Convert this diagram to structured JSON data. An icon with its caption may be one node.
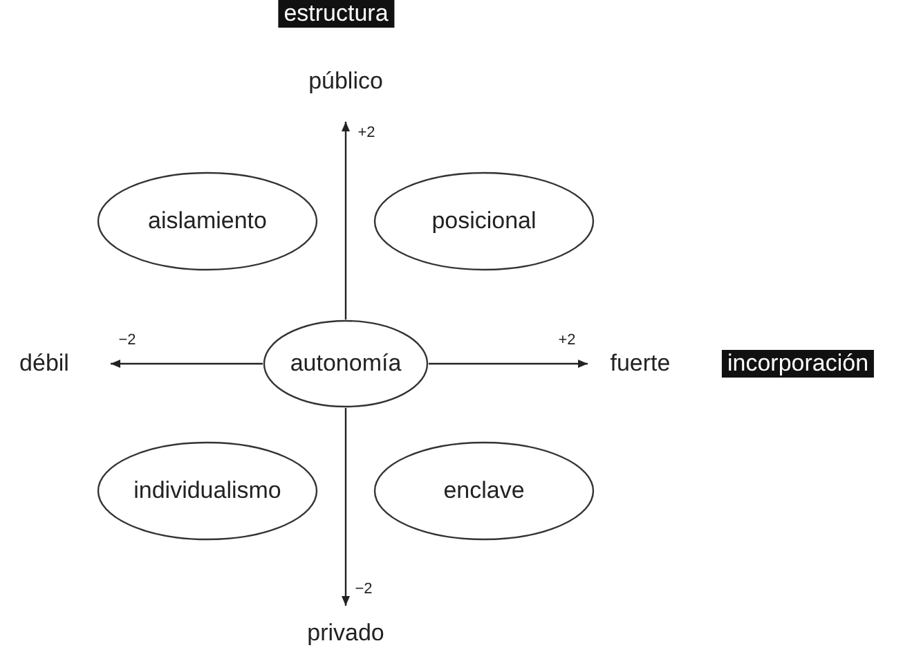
{
  "diagram": {
    "nodes": [
      {
        "text": [
          "aislamiento"
        ]
      },
      {
        "text": [
          "posicional"
        ]
      },
      {
        "text": [
          "autonomía"
        ]
      },
      {
        "text": [
          "individualismo"
        ]
      },
      {
        "text": [
          "enclave"
        ]
      }
    ],
    "labels": [
      "estructura",
      "público",
      "+2",
      "−2",
      "débil",
      "+2",
      "fuerte",
      "incorporación",
      "−2",
      "privado"
    ]
  }
}
